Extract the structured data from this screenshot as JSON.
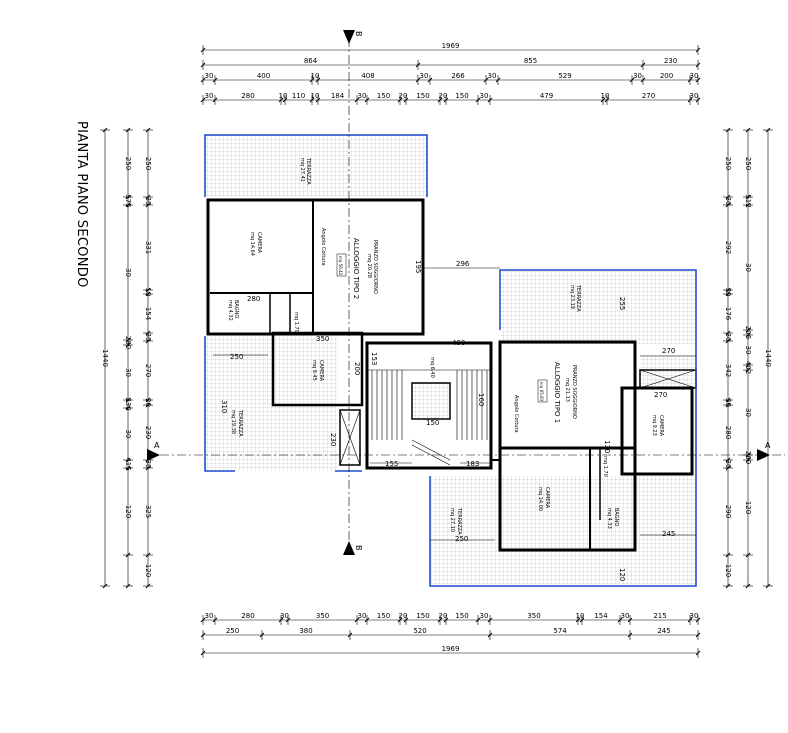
{
  "title": "PIANTA PIANO SECONDO",
  "section_marks": {
    "a": "A",
    "b": "B"
  },
  "dims": {
    "top_total": "1969",
    "top_r1": [
      "864",
      "855",
      "230"
    ],
    "top_r2": [
      "30",
      "400",
      "10",
      "408",
      "30",
      "266",
      "30",
      "529",
      "30",
      "200",
      "30"
    ],
    "top_r3": [
      "30",
      "280",
      "10",
      "110",
      "10",
      "184",
      "30",
      "150",
      "20",
      "150",
      "20",
      "150",
      "30",
      "479",
      "10",
      "270",
      "30"
    ],
    "bot_r1": [
      "30",
      "280",
      "30",
      "350",
      "30",
      "150",
      "20",
      "150",
      "20",
      "150",
      "30",
      "350",
      "10",
      "154",
      "30",
      "215",
      "30"
    ],
    "bot_r2": [
      "250",
      "380",
      "520",
      "574",
      "245"
    ],
    "bot_total": "1969",
    "left_r1": [
      "250",
      "30",
      "331",
      "10",
      "154",
      "30",
      "270",
      "20",
      "230",
      "30",
      "325",
      "120"
    ],
    "left_r2": [
      "250",
      "575",
      "30",
      "280",
      "30",
      "230",
      "30",
      "415",
      "120"
    ],
    "left_total": "1440",
    "right_r1": [
      "250",
      "30",
      "292",
      "30",
      "176",
      "30",
      "342",
      "30",
      "280",
      "30",
      "290",
      "120"
    ],
    "right_r2": [
      "250",
      "512",
      "30",
      "206",
      "30",
      "402",
      "30",
      "260",
      "120"
    ],
    "right_total": "1440"
  },
  "rooms": {
    "terrace_top": "TERRAZZA",
    "terrace_top_area": "mq 27.41",
    "bedroom_a": "CAMERA",
    "bedroom_a_area": "mq 14.64",
    "living_a": "PRANZO SOGGIORNO",
    "living_a_area": "mq 20.28",
    "kitchen_a": "Angolo Cottura",
    "unit_a": "ALLOGGIO TIPO 2",
    "unit_a_tag": "mq 56.42",
    "bath_a": "BAGNO",
    "bath_a_area": "mq 4.32",
    "closet_a_area": "mq 1.70",
    "bedroom_a2": "CAMERA",
    "bedroom_a2_area": "mq 9.45",
    "terrace_left": "TERRAZZA",
    "terrace_left_area": "mq 19.38",
    "landing_area": "mq 6.40",
    "terrace_right": "TERRAZZA",
    "terrace_right_area": "mq 23.19",
    "living_b": "PRANZO SOGGIORNO",
    "living_b_area": "mq 21.13",
    "kitchen_b": "Angolo Cottura",
    "unit_b": "ALLOGGIO TIPO 1",
    "unit_b_tag": "mq 65.83",
    "bedroom_b": "CAMERA",
    "bedroom_b_area": "mq 9.23",
    "bedroom_b2": "CAMERA",
    "bedroom_b2_area": "mq 14.00",
    "bath_b": "BAGNO",
    "bath_b_area": "mq 4.33",
    "closet_b_area": "mq 1.70",
    "terrace_bot": "TERRAZZA",
    "terrace_bot_area": "mq 27.10"
  },
  "inner": {
    "d296": "296",
    "d255": "255",
    "d230": "230",
    "d160": "160",
    "d270a": "270",
    "d270b": "270",
    "d245": "245",
    "d250a": "250",
    "d250b": "250",
    "d350": "350",
    "d280": "280",
    "d153": "153",
    "d155": "155",
    "d150": "150",
    "d120": "120",
    "d490": "490",
    "d310": "310",
    "d200": "200",
    "d195": "195",
    "d183": "183",
    "d130": "130"
  }
}
